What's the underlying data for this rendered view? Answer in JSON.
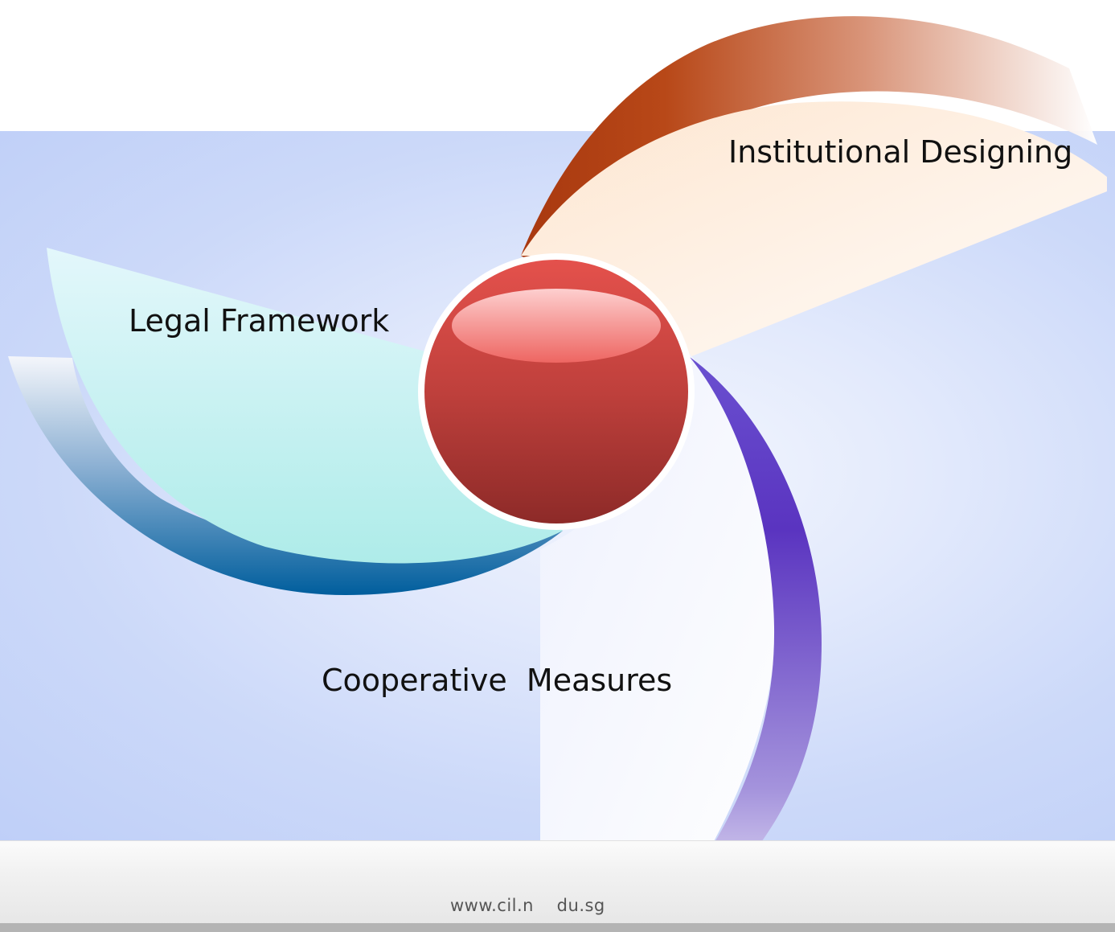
{
  "diagram": {
    "labels": {
      "institutional": "Institutional Designing",
      "legal": "Legal Framework",
      "cooperative": "Cooperative  Measures"
    },
    "center": "sphere"
  },
  "footer": {
    "url": "www.cil.n    du.sg"
  },
  "colors": {
    "background": "#d4dffa",
    "institutional_band": "#b5401c",
    "institutional_fill": "#fdeedd",
    "legal_band": "#0e6aa6",
    "legal_fill": "#b9efee",
    "cooperative_band": "#5733c2",
    "cooperative_fill": "#eef1fc",
    "sphere": "#bf3a38"
  }
}
